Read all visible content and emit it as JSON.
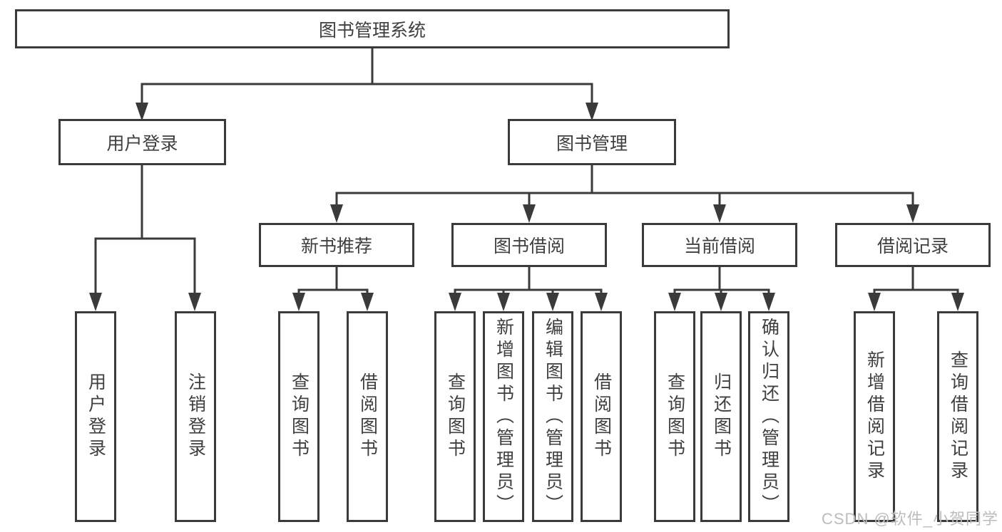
{
  "tree": {
    "label": "图书管理系统",
    "children": [
      {
        "label": "用户登录",
        "children": [
          {
            "label": "用户登录"
          },
          {
            "label": "注销登录"
          }
        ]
      },
      {
        "label": "图书管理",
        "children": [
          {
            "label": "新书推荐",
            "children": [
              {
                "label": "查询图书"
              },
              {
                "label": "借阅图书"
              }
            ]
          },
          {
            "label": "图书借阅",
            "children": [
              {
                "label": "查询图书"
              },
              {
                "label": "新增图书（管理员）"
              },
              {
                "label": "编辑图书（管理员）"
              },
              {
                "label": "借阅图书"
              }
            ]
          },
          {
            "label": "当前借阅",
            "children": [
              {
                "label": "查询图书"
              },
              {
                "label": "归还图书"
              },
              {
                "label": "确认归还（管理员）"
              }
            ]
          },
          {
            "label": "借阅记录",
            "children": [
              {
                "label": "新增借阅记录"
              },
              {
                "label": "查询借阅记录"
              }
            ]
          }
        ]
      }
    ]
  },
  "watermark": {
    "text": "CSDN @软件_小贺同学"
  },
  "colors": {
    "line": "#3a3a3a",
    "text": "#3f3f3f",
    "watermark": "#bcbcbc",
    "background": "#ffffff"
  }
}
